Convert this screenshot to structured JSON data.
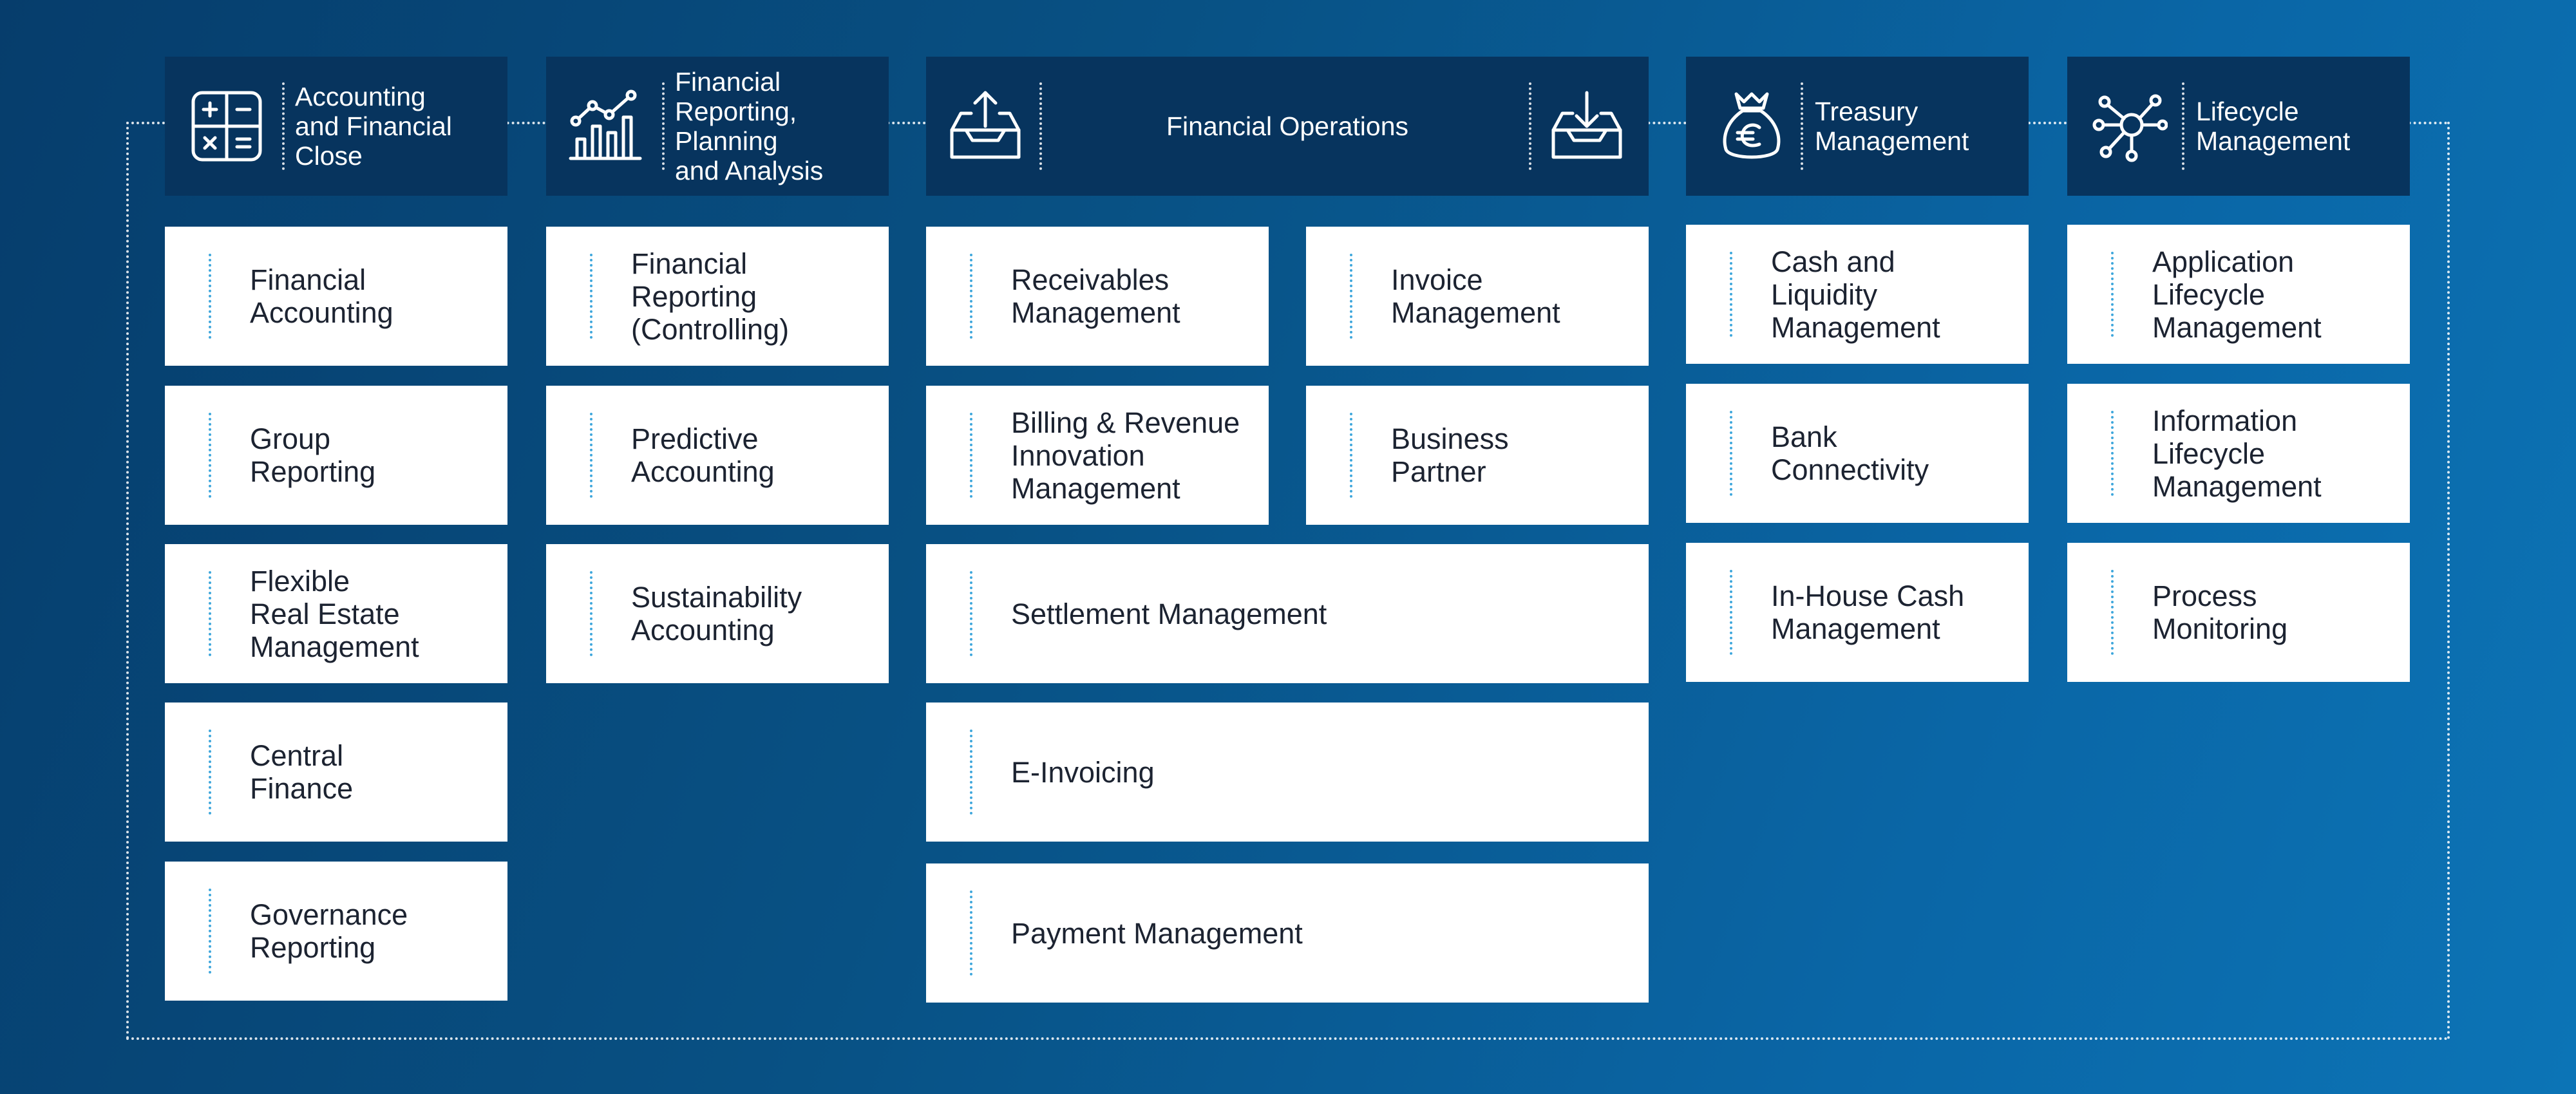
{
  "colors": {
    "background_start": "#063d6c",
    "background_end": "#0c74b6",
    "header_background": "#07345e",
    "card_background": "#ffffff",
    "card_text": "#1c2331",
    "accent_dotted_line": "#3fa7dc"
  },
  "columns": [
    {
      "title": "Accounting\nand Financial\nClose",
      "icon": "calculator-icon",
      "items": [
        {
          "label": "Financial\nAccounting"
        },
        {
          "label": "Group\nReporting"
        },
        {
          "label": "Flexible\nReal Estate\nManagement"
        },
        {
          "label": "Central\nFinance"
        },
        {
          "label": "Governance\nReporting"
        }
      ]
    },
    {
      "title": "Financial\nReporting,\nPlanning\nand Analysis",
      "icon": "chart-growth-icon",
      "items": [
        {
          "label": "Financial\nReporting\n(Controlling)"
        },
        {
          "label": "Predictive\nAccounting"
        },
        {
          "label": "Sustainability\nAccounting"
        }
      ]
    },
    {
      "title": "Financial Operations",
      "icon_left": "outbox-upload-icon",
      "icon_right": "inbox-download-icon",
      "items": [
        {
          "label": "Receivables\nManagement"
        },
        {
          "label": "Invoice\nManagement"
        },
        {
          "label": "Billing & Revenue\nInnovation\nManagement"
        },
        {
          "label": "Business\nPartner"
        },
        {
          "label": "Settlement Management"
        },
        {
          "label": "E-Invoicing"
        },
        {
          "label": "Payment Management"
        }
      ]
    },
    {
      "title": "Treasury\nManagement",
      "icon": "euro-money-bag-icon",
      "items": [
        {
          "label": "Cash and\nLiquidity\nManagement"
        },
        {
          "label": "Bank\nConnectivity"
        },
        {
          "label": "In-House Cash\nManagement"
        }
      ]
    },
    {
      "title": "Lifecycle\nManagement",
      "icon": "network-hub-icon",
      "items": [
        {
          "label": "Application\nLifecycle\nManagement"
        },
        {
          "label": "Information\nLifecycle\nManagement"
        },
        {
          "label": "Process\nMonitoring"
        }
      ]
    }
  ]
}
